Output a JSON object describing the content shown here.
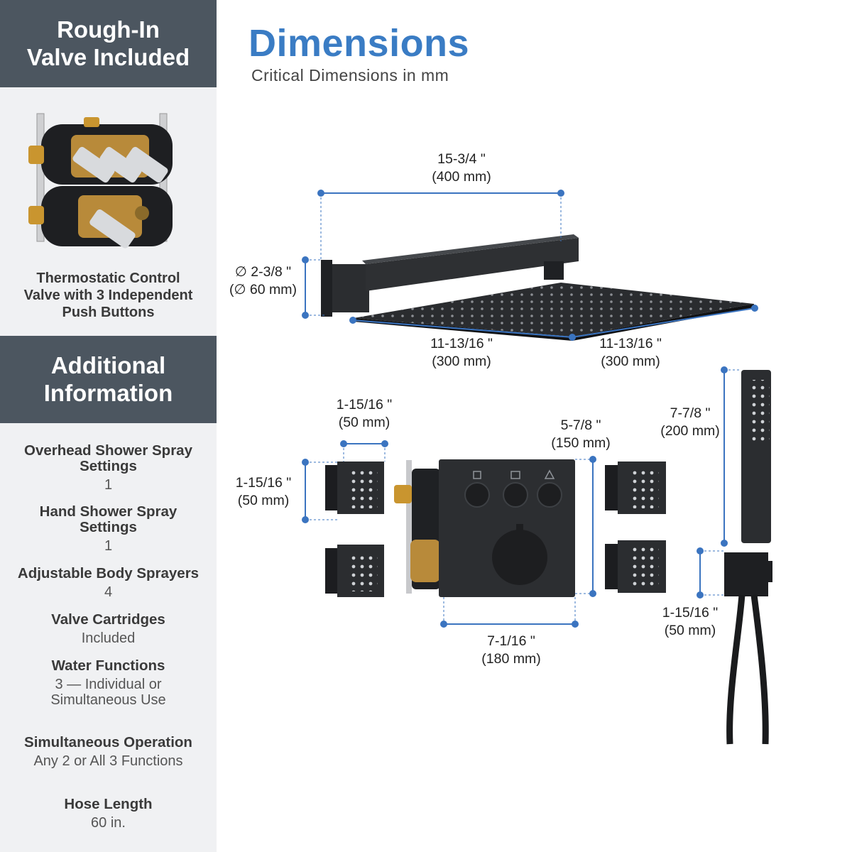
{
  "sidebar": {
    "header1": {
      "line1": "Rough-In",
      "line2": "Valve Included"
    },
    "valve_description": {
      "line1": "Thermostatic Control",
      "line2": "Valve with 3 Independent",
      "line3": "Push Buttons"
    },
    "header2": {
      "line1": "Additional",
      "line2": "Information"
    },
    "specs": [
      {
        "label": "Overhead Shower Spray",
        "label2": "Settings",
        "value": "1"
      },
      {
        "label": "Hand Shower Spray",
        "label2": "Settings",
        "value": "1"
      },
      {
        "label": "Adjustable Body Sprayers",
        "label2": "",
        "value": "4"
      },
      {
        "label": "Valve Cartridges",
        "label2": "",
        "value": "Included"
      },
      {
        "label": "Water Functions",
        "label2": "",
        "value": "3 — Individual or",
        "value2": "Simultaneous Use"
      },
      {
        "label": "Simultaneous Operation",
        "label2": "",
        "value": "Any 2 or All 3 Functions"
      },
      {
        "label": "Hose Length",
        "label2": "",
        "value": "60 in."
      }
    ]
  },
  "main": {
    "title": "Dimensions",
    "subtitle": "Critical Dimensions in mm"
  },
  "dimensions": {
    "arm_length": {
      "inch": "15-3/4 \"",
      "mm": "(400 mm)"
    },
    "arm_diameter": {
      "inch": "∅ 2-3/8 \"",
      "mm": "(∅ 60 mm)"
    },
    "head_width": {
      "inch": "11-13/16 \"",
      "mm": "(300 mm)"
    },
    "head_depth": {
      "inch": "11-13/16 \"",
      "mm": "(300 mm)"
    },
    "jet_width": {
      "inch": "1-15/16 \"",
      "mm": "(50 mm)"
    },
    "jet_height": {
      "inch": "1-15/16 \"",
      "mm": "(50 mm)"
    },
    "valve_height": {
      "inch": "5-7/8 \"",
      "mm": "(150 mm)"
    },
    "valve_width": {
      "inch": "7-1/16 \"",
      "mm": "(180 mm)"
    },
    "handshower_length": {
      "inch": "7-7/8 \"",
      "mm": "(200 mm)"
    },
    "holder_height": {
      "inch": "1-15/16 \"",
      "mm": "(50 mm)"
    }
  },
  "colors": {
    "accent": "#3a7cc4",
    "header_bg": "#4c5660",
    "sidebar_bg": "#f0f1f3",
    "product": "#2b2d30",
    "dim_line": "#3b74c0"
  }
}
